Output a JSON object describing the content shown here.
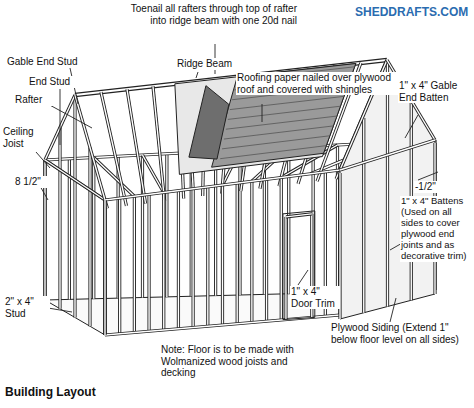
{
  "diagram": {
    "caption": "Building Layout",
    "labels": [
      "Toenail all rafters through top of rafter into ridge beam with one 20d nail",
      "Ridge Beam",
      "Roofing paper nailed over plywood roof and covered with shingles",
      "Gable End Stud",
      "End Stud",
      "Rafter",
      "Ceiling Joist",
      "8 1/2\"",
      "1\" x 4\" Gable End Batten",
      "-1/2\"",
      "1\" x 4\" Battens (Used on all sides to cover plywood end joints and as decorative trim)",
      "2\" x 4\" Stud",
      "1\" x 4\" Door Trim",
      "Plywood Siding (Extend 1\" below floor level on all sides)",
      "Note: Floor is to be made with Wolmanized wood joists and decking",
      "SHEDDRAFTS.COM"
    ]
  }
}
